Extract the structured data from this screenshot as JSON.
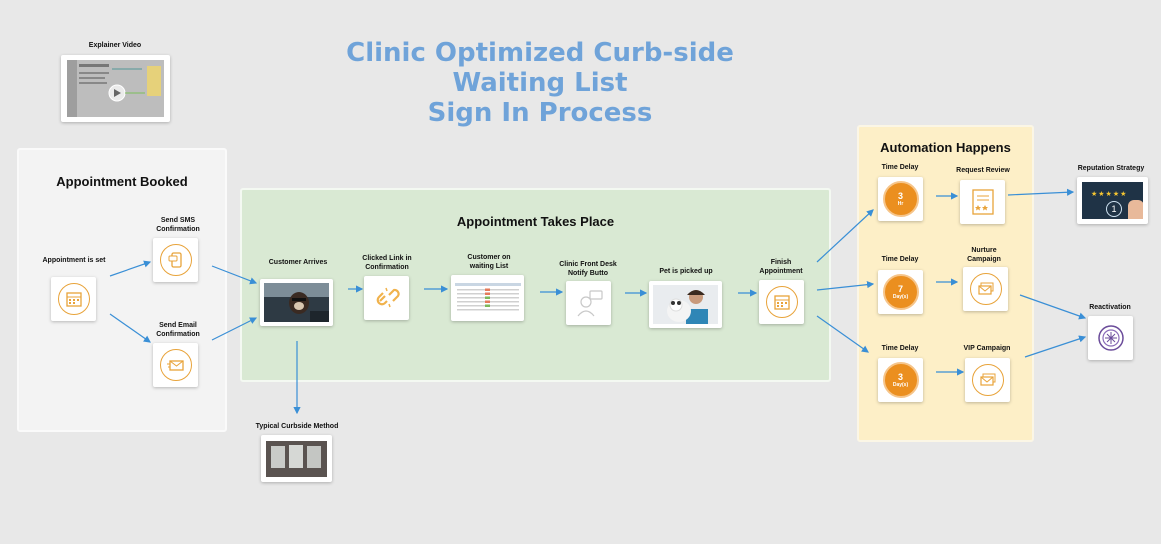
{
  "title": {
    "line1": "Clinic Optimized Curb-side",
    "line2": "Waiting List",
    "line3": "Sign In Process"
  },
  "explainer": {
    "label": "Explainer Video"
  },
  "booked": {
    "title": "Appointment Booked",
    "set_label": "Appointment is set",
    "sms_label": "Send SMS Confirmation",
    "email_label": "Send Email Confirmation"
  },
  "takes": {
    "title": "Appointment Takes Place",
    "arrives_label": "Customer Arrives",
    "clicked_label": "Clicked Link in Confirmation",
    "waiting_label": "Customer on waiting List",
    "notify_label": "Clinic Front Desk Notify Butto",
    "picked_label": "Pet is picked up",
    "finish_label": "Finish Appointment"
  },
  "curbside": {
    "label": "Typical Curbside  Method"
  },
  "auto": {
    "title": "Automation Happens",
    "delay1_label": "Time Delay",
    "delay1_num": "3",
    "delay1_unit": "Hr",
    "review_label": "Request Review",
    "delay2_label": "Time Delay",
    "delay2_num": "7",
    "delay2_unit": "Day(s)",
    "nurture_label": "Nurture Campaign",
    "delay3_label": "Time Delay",
    "delay3_num": "3",
    "delay3_unit": "Day(s)",
    "vip_label": "VIP Campaign"
  },
  "reputation": {
    "label": "Reputation Strategy",
    "stars": "★★★★★",
    "badge": "1"
  },
  "reactivation": {
    "label": "Reactivation"
  },
  "colors": {
    "title": "#6fa3d9",
    "arrow": "#3a8fd6",
    "orange": "#e8a33a",
    "green_panel": "#d9e9d3",
    "yellow_panel": "#fdefc7"
  }
}
